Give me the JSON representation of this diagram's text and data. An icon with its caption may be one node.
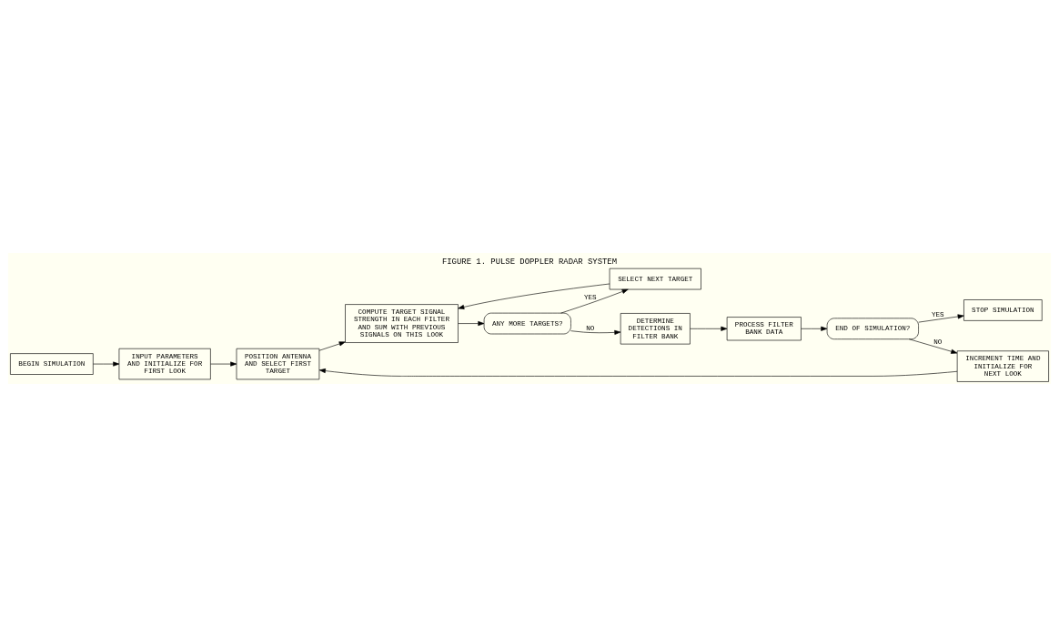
{
  "diagram": {
    "title": "FIGURE 1. PULSE DOPPLER RADAR SYSTEM",
    "nodes": [
      {
        "text": [
          "BEGIN SIMULATION"
        ]
      },
      {
        "text": [
          "INPUT PARAMETERS AND INITIALIZE FOR FIRST LOOK"
        ]
      },
      {
        "text": [
          "POSITION ANTENNA AND SELECT FIRST TARGET"
        ]
      },
      {
        "text": [
          "COMPUTE TARGET SIGNAL STRENGTH IN EACH FILTER AND SUM WITH PREVIOUS SIGNALS ON THIS LOOK"
        ]
      },
      {
        "text": [
          "ANY MORE TARGETS?"
        ]
      },
      {
        "text": [
          "DETERMINE DETECTIONS IN FILTER BANK"
        ]
      },
      {
        "text": [
          "SELECT NEXT TARGET"
        ]
      },
      {
        "text": [
          "PROCESS FILTER BANK DATA"
        ]
      },
      {
        "text": [
          "INCREMENT TIME AND INITIALIZE FOR NEXT LOOK"
        ]
      },
      {
        "text": [
          "END OF SIMULATION?"
        ]
      },
      {
        "text": [
          "STOP SIMULATION"
        ]
      }
    ],
    "edges": [
      {
        "from": 0,
        "to": 1,
        "arrow": "to"
      },
      {
        "from": 1,
        "to": 2,
        "arrow": "to"
      },
      {
        "from": 2,
        "to": 3,
        "arrow": "to"
      },
      {
        "from": 3,
        "to": 4,
        "arrow": "to"
      },
      {
        "from": 4,
        "to": 5,
        "arrow": "to",
        "label": "NO"
      },
      {
        "from": 4,
        "to": 6,
        "arrow": "to",
        "label": "YES"
      },
      {
        "from": 6,
        "to": 3,
        "arrow": "to"
      },
      {
        "from": 5,
        "to": 7,
        "arrow": "to"
      },
      {
        "from": 7,
        "to": 9,
        "arrow": "to"
      },
      {
        "from": 9,
        "to": 8,
        "arrow": "to",
        "label": "NO"
      },
      {
        "from": 8,
        "to": 2,
        "arrow": "to"
      },
      {
        "from": 9,
        "to": 10,
        "arrow": "to",
        "label": "YES"
      }
    ]
  }
}
